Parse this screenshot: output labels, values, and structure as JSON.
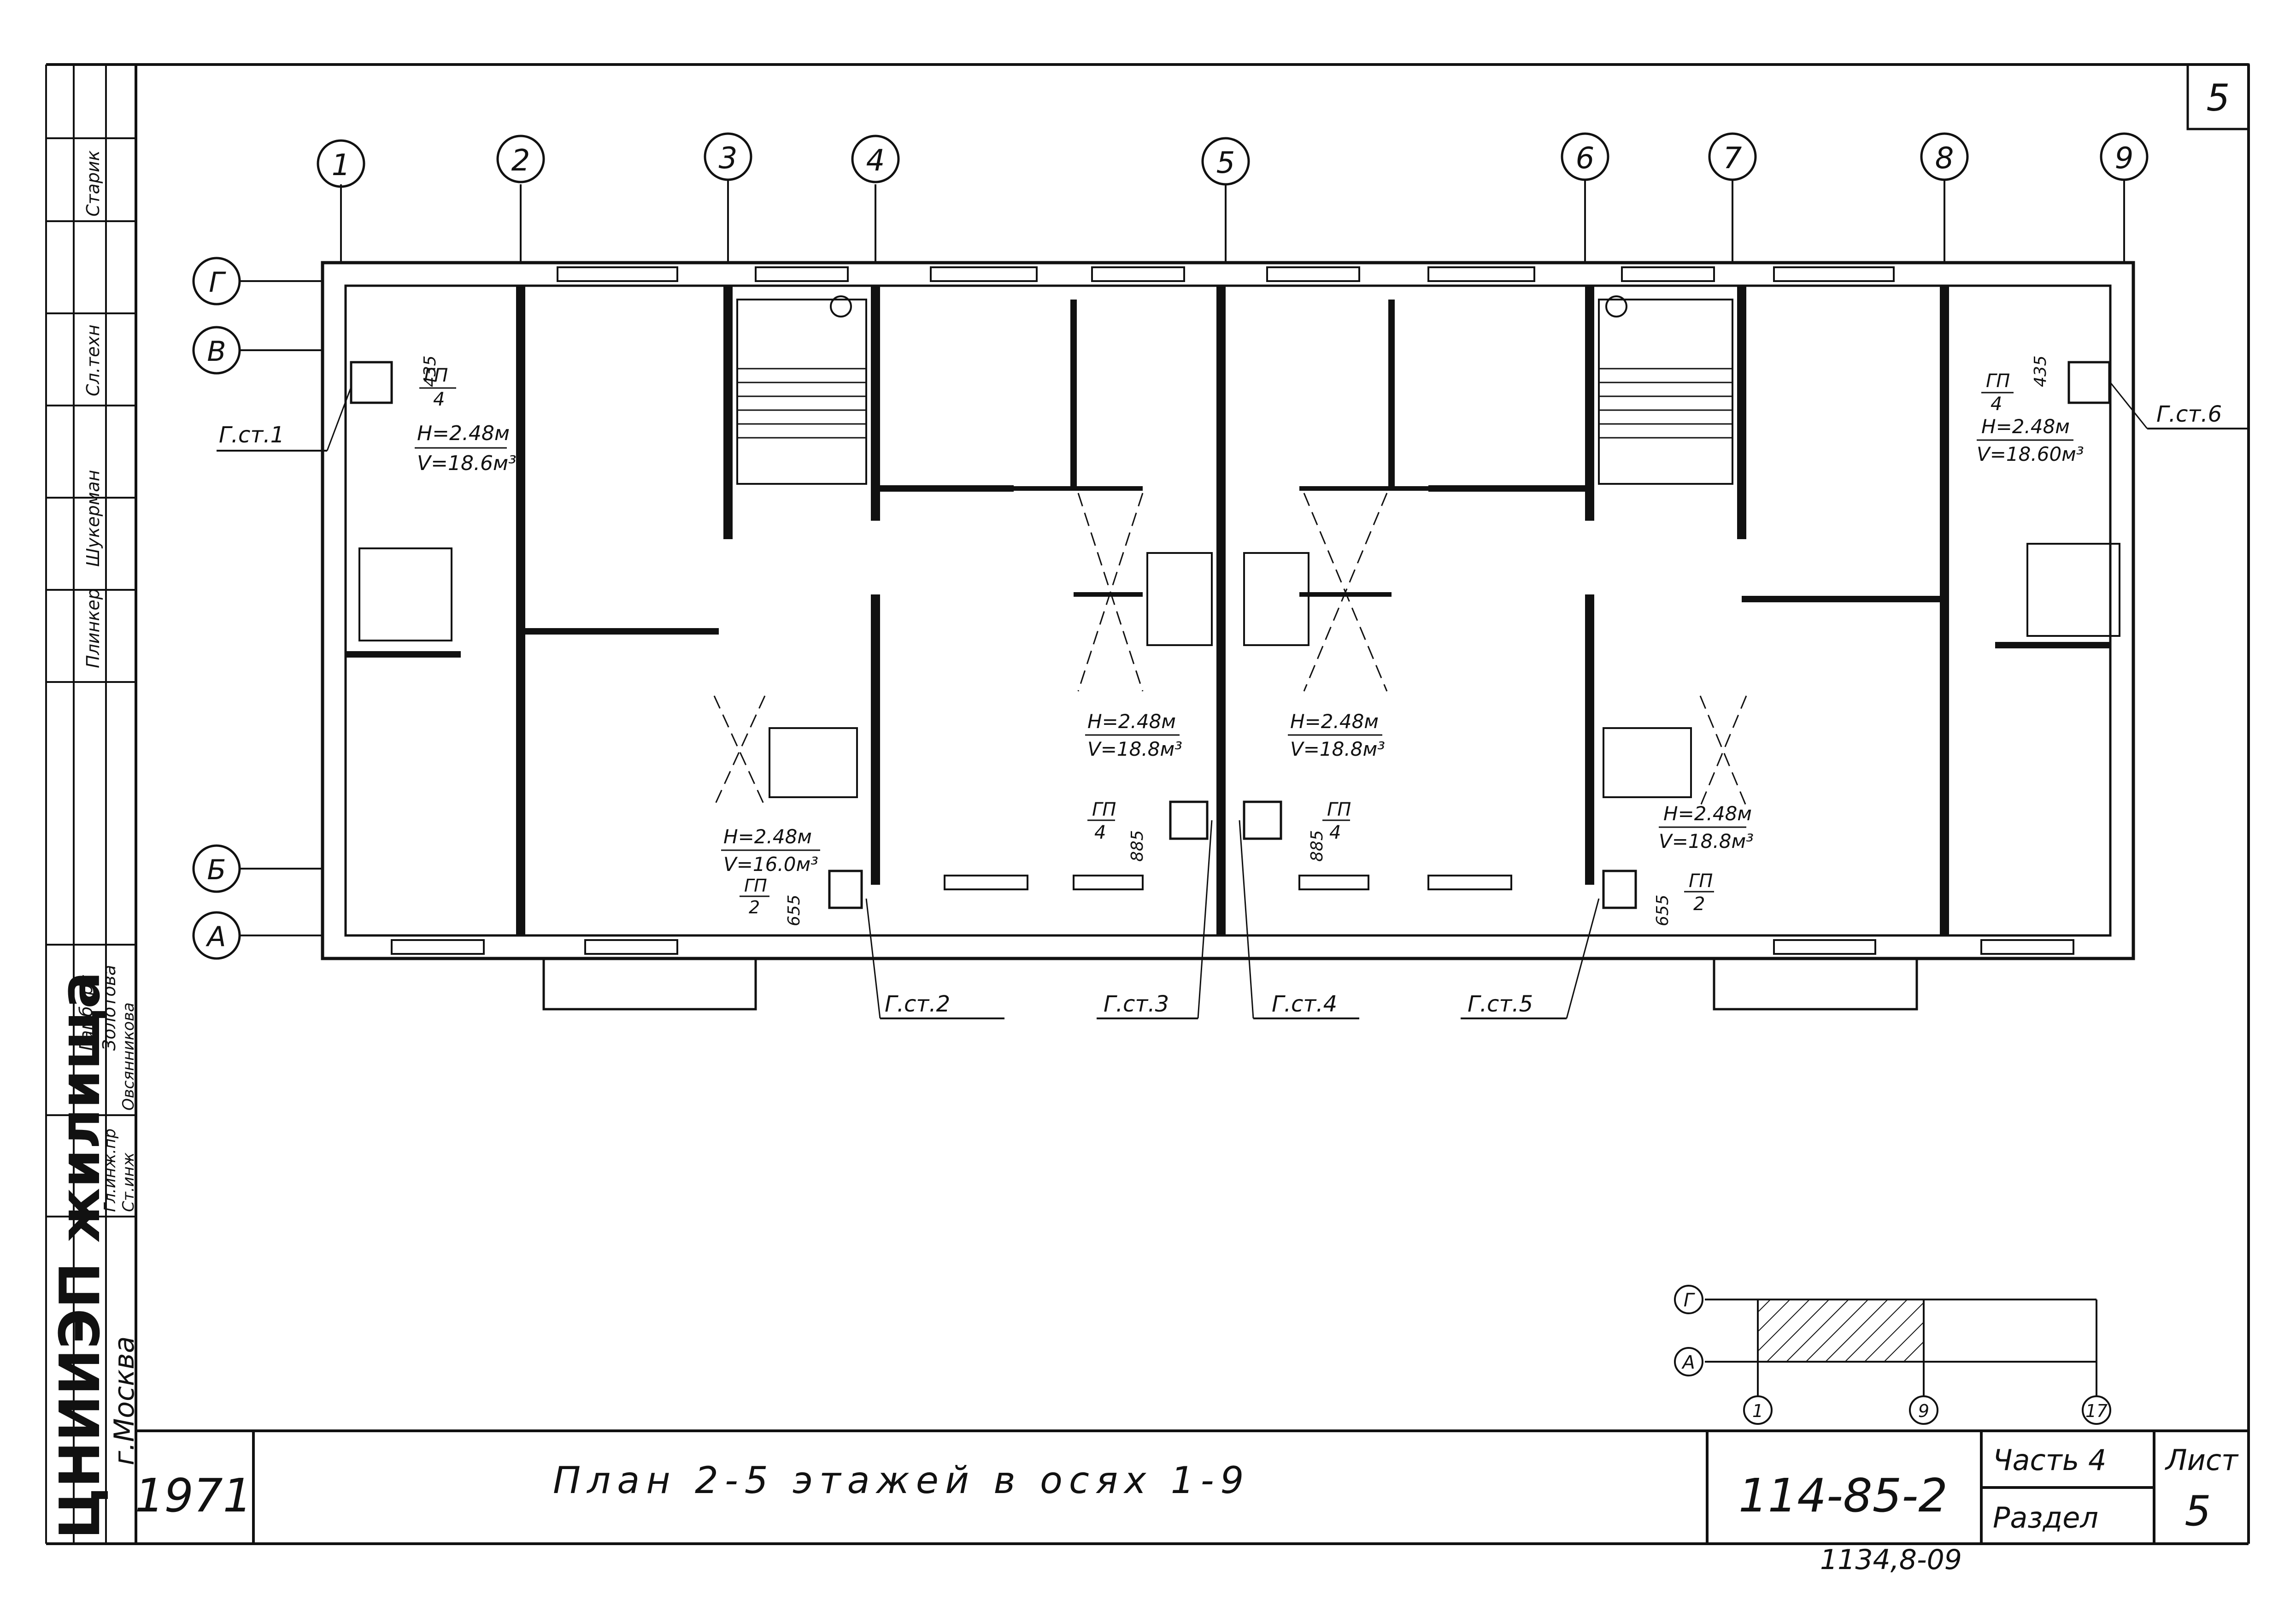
{
  "sheet_number_corner": "5",
  "axes": {
    "horizontal": [
      "1",
      "2",
      "3",
      "4",
      "5",
      "6",
      "7",
      "8",
      "9"
    ],
    "vertical": [
      "Г",
      "В",
      "Б",
      "А"
    ]
  },
  "gas_risers": [
    "Г.ст.1",
    "Г.ст.2",
    "Г.ст.3",
    "Г.ст.4",
    "Г.ст.5",
    "Г.ст.6"
  ],
  "kitchens": [
    {
      "gp": "ГП",
      "gp_n": "4",
      "h": "H=2.48м",
      "v": "V=18.6м³",
      "dim": "435"
    },
    {
      "gp": "ГП",
      "gp_n": "2",
      "h": "H=2.48м",
      "v": "V=16.0м³",
      "dim": "655"
    },
    {
      "gp": "ГП",
      "gp_n": "4",
      "h": "H=2.48м",
      "v": "V=18.8м³",
      "dim": "885"
    },
    {
      "gp": "ГП",
      "gp_n": "4",
      "h": "H=2.48м",
      "v": "V=18.8м³",
      "dim": "885"
    },
    {
      "gp": "ГП",
      "gp_n": "2",
      "h": "H=2.48м",
      "v": "V=18.8м³",
      "dim": "655"
    },
    {
      "gp": "ГП",
      "gp_n": "4",
      "h": "H=2.48м",
      "v": "V=18.60м³",
      "dim": "435"
    }
  ],
  "key_plan": {
    "rows": [
      "Г",
      "А"
    ],
    "cols": [
      "1",
      "9",
      "17"
    ]
  },
  "title_block": {
    "year": "1971",
    "title": "План 2-5 этажей в осях 1-9",
    "code": "114-85-2",
    "part": "Часть 4",
    "section": "Раздел",
    "sheet_label": "Лист",
    "sheet_no": "5",
    "footer_number": "1134,8-09"
  },
  "side_stamp": {
    "org": "ЦНИИЭП жилища",
    "city": "г.Москва",
    "names": [
      "Старик",
      "Сл.техн",
      "Шукерман",
      "Плинкер",
      "Гамберг",
      "Золотова",
      "Овсянникова",
      "Гл.инж.пр",
      "Ст.инж"
    ]
  }
}
